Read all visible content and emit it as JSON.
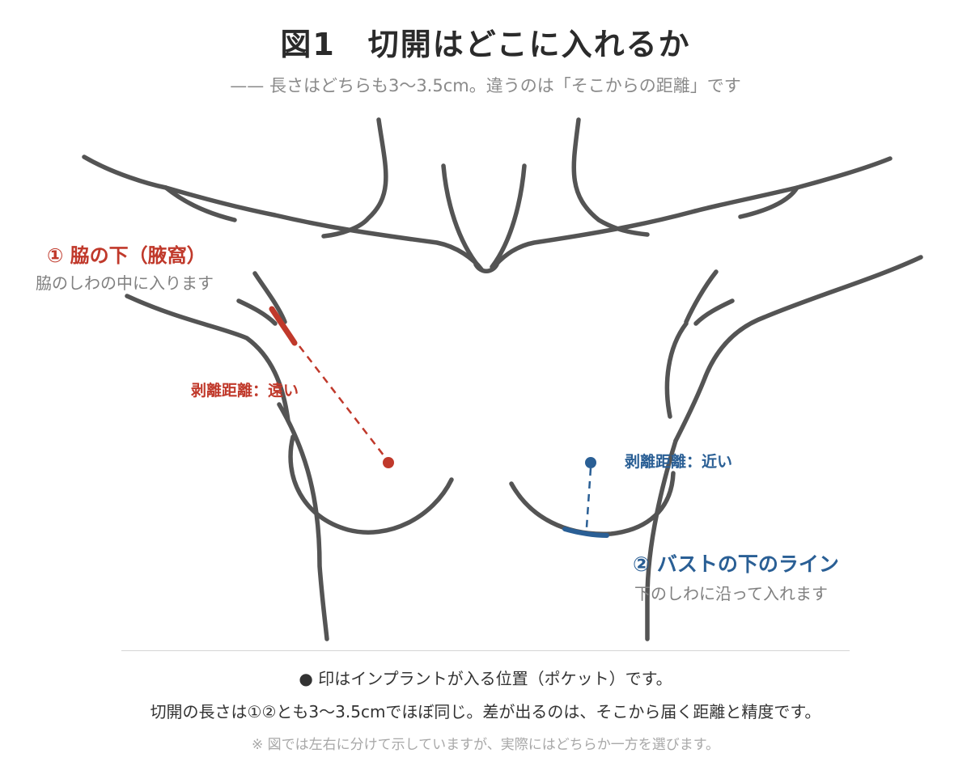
{
  "title": "図1　切開はどこに入れるか",
  "subtitle": "—— 長さはどちらも3〜3.5cm。違うのは「そこからの距離」です",
  "incision1": {
    "label": "① 脇の下（腋窩）",
    "description": "脇のしわの中に入ります",
    "distance_label": "剥離距離：遠い",
    "color": "#c0392b"
  },
  "incision2": {
    "label": "② バストの下のライン",
    "description": "下のしわに沿って入れます",
    "distance_label": "剥離距離：近い",
    "color": "#2a5f95"
  },
  "notes": {
    "bullet_symbol": "●",
    "legend": " 印はインプラントが入る位置（ポケット）です。",
    "line2": "切開の長さは①②とも3〜3.5cmでほぼ同じ。差が出るのは、そこから届く距離と精度です。",
    "line3": "※ 図では左右に分けて示していますが、実際にはどちらか一方を選びます。"
  }
}
